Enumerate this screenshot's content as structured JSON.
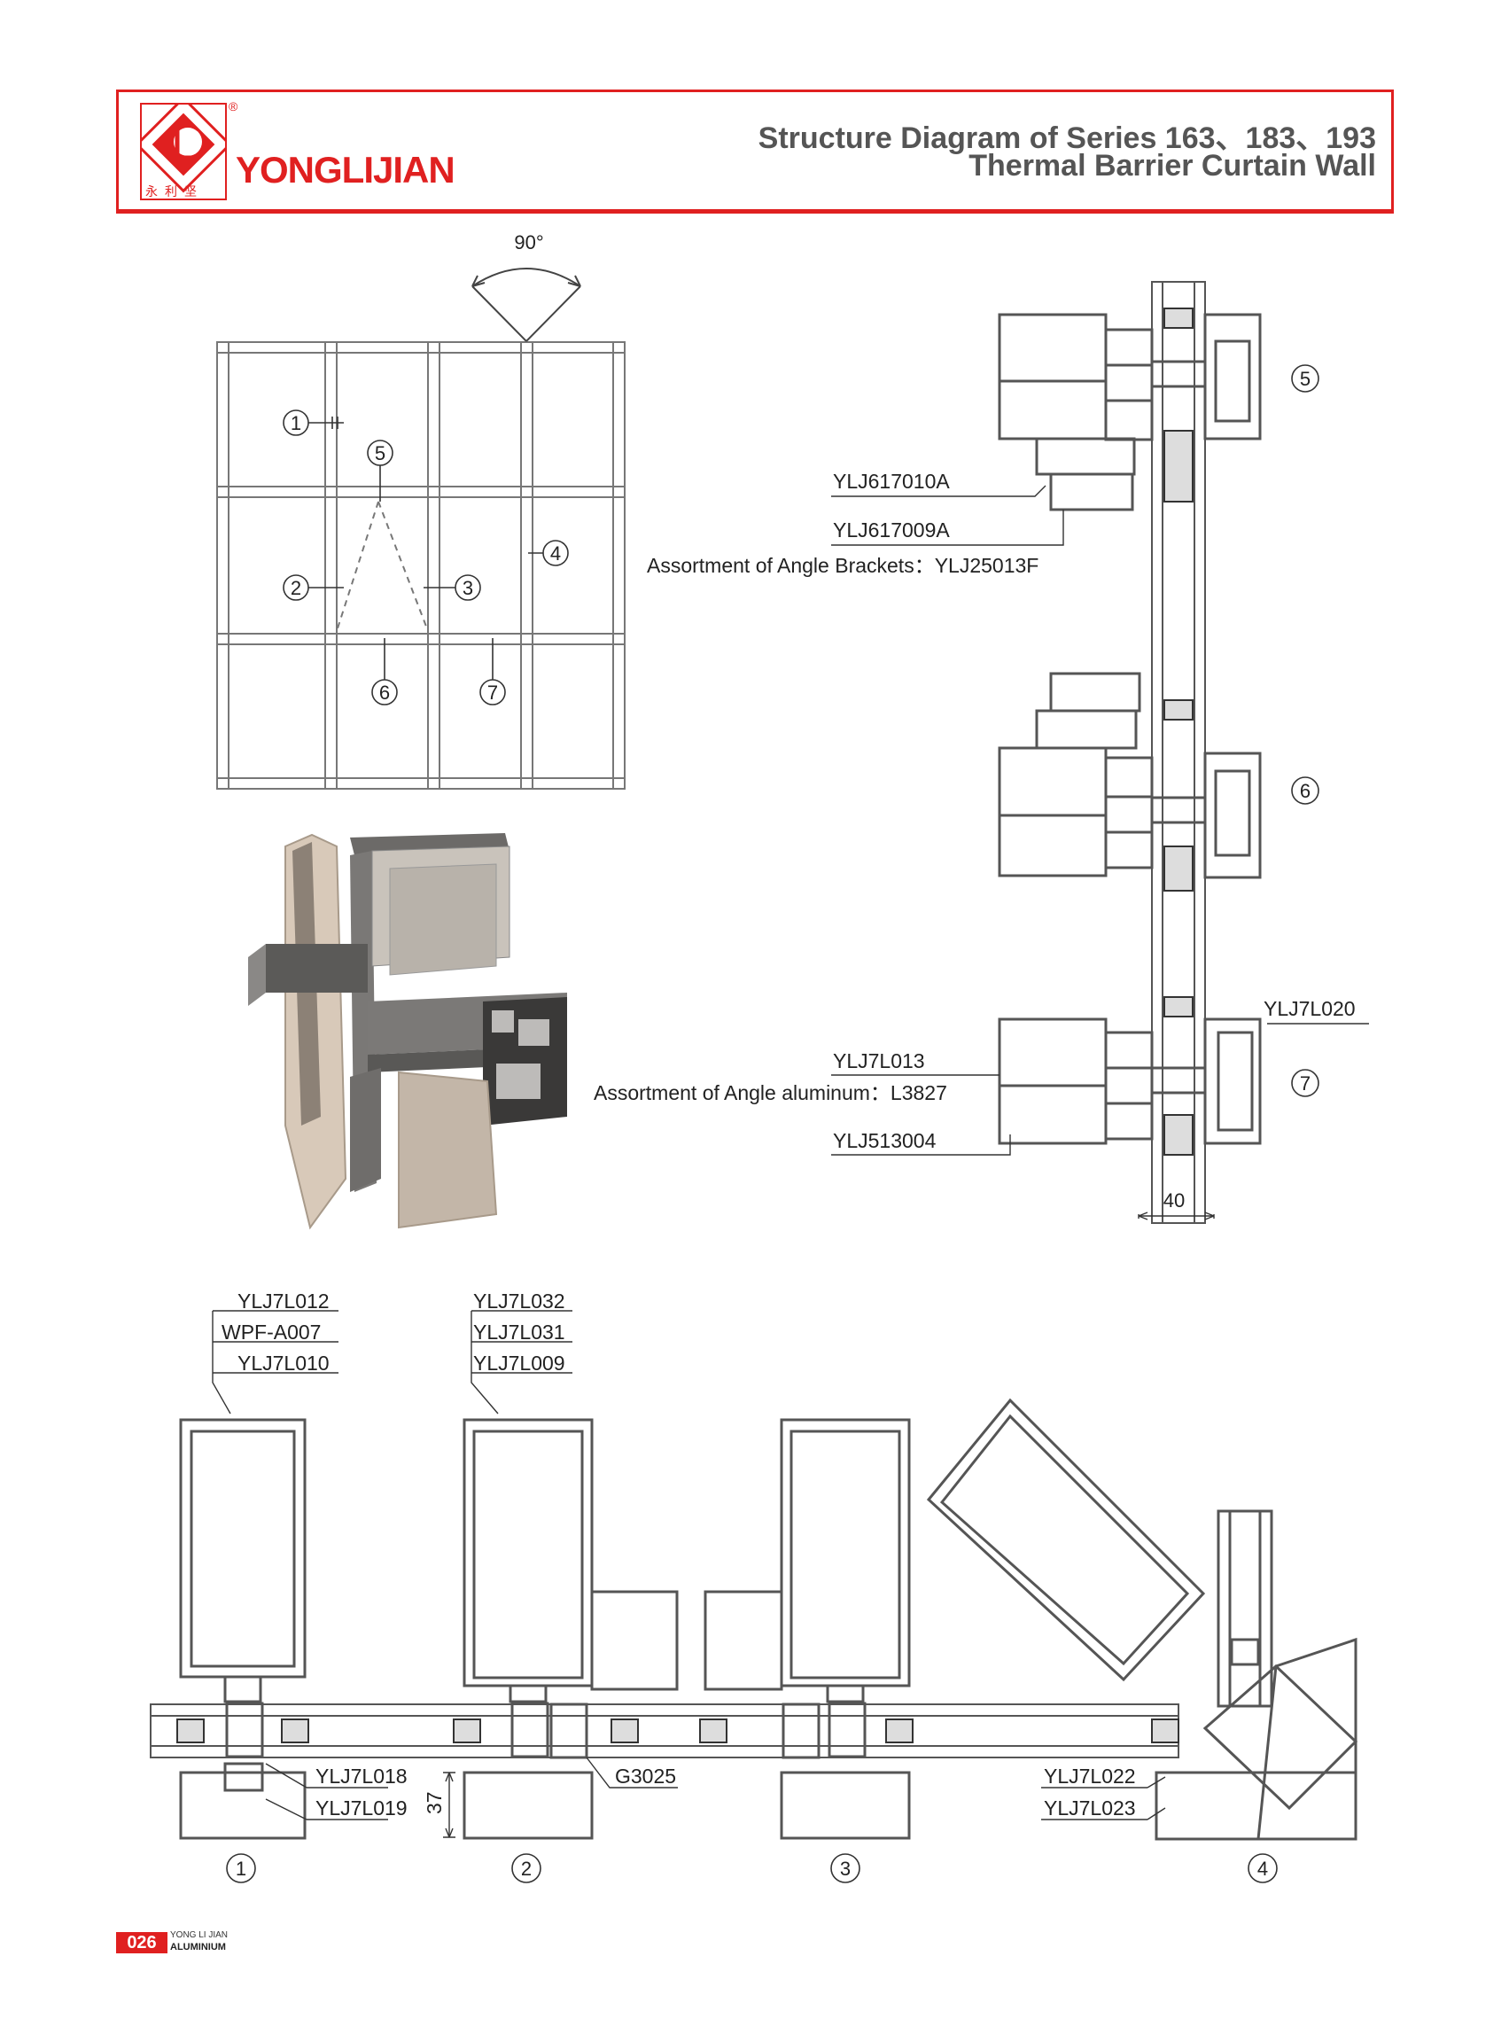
{
  "header": {
    "brand": "YONGLIJIAN",
    "registered_mark": "®",
    "chinese_name": "永利坚",
    "title_line1": "Structure Diagram of Series 163、183、193",
    "title_line2": "Thermal Barrier Curtain Wall"
  },
  "elevation": {
    "angle_label": "90°",
    "callouts": [
      "1",
      "2",
      "3",
      "4",
      "5",
      "6",
      "7"
    ]
  },
  "vertical_section": {
    "markers": [
      "5",
      "6",
      "7"
    ],
    "labels": {
      "ylj617010a": "YLJ617010A",
      "ylj617009a": "YLJ617009A",
      "angle_brackets": "Assortment of Angle Brackets：YLJ25013F",
      "ylj7l020": "YLJ7L020",
      "ylj7l013": "YLJ7L013",
      "angle_aluminum": "Assortment of Angle aluminum：L3827",
      "ylj513004": "YLJ513004",
      "dim_40": "40"
    }
  },
  "horizontal_section": {
    "markers": [
      "1",
      "2",
      "3",
      "4"
    ],
    "labels": {
      "ylj7l012": "YLJ7L012",
      "wpf_a007": "WPF-A007",
      "ylj7l010": "YLJ7L010",
      "ylj7l032": "YLJ7L032",
      "ylj7l031": "YLJ7L031",
      "ylj7l009": "YLJ7L009",
      "ylj7l018": "YLJ7L018",
      "ylj7l019": "YLJ7L019",
      "g3025": "G3025",
      "dim_37": "37",
      "ylj7l022": "YLJ7L022",
      "ylj7l023": "YLJ7L023"
    }
  },
  "footer": {
    "page_number": "026",
    "brand_line1": "YONG LI JIAN",
    "brand_line2": "ALUMINIUM"
  },
  "colors": {
    "brand_red": "#e02020",
    "profile_grey": "#555555",
    "glass": "#9a9a9a"
  }
}
